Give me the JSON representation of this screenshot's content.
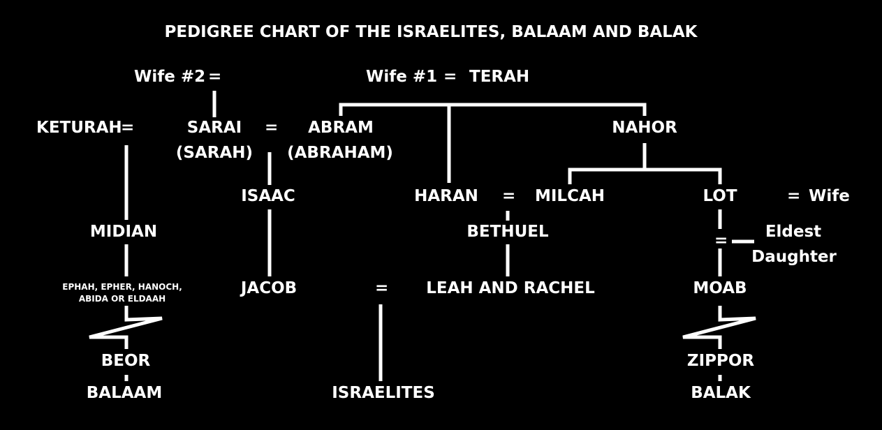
{
  "title": "PEDIGREE CHART OF THE ISRAELITES, BALAAM AND BALAK",
  "colors": {
    "background": "#000000",
    "foreground": "#ffffff"
  },
  "people": {
    "wife2": "Wife #2",
    "wife1": "Wife #1",
    "terah": "TERAH",
    "keturah": "KETURAH",
    "sarai": "SARAI",
    "sarah": "(SARAH)",
    "abram": "ABRAM",
    "abraham": "(ABRAHAM)",
    "nahor": "NAHOR",
    "isaac": "ISAAC",
    "haran": "HARAN",
    "milcah": "MILCAH",
    "lot": "LOT",
    "lot_wife": "Wife",
    "midian": "MIDIAN",
    "bethuel": "BETHUEL",
    "eldest": "Eldest",
    "daughter": "Daughter",
    "midian_sons_1": "EPHAH, EPHER, HANOCH,",
    "midian_sons_2": "ABIDA OR ELDAAH",
    "jacob": "JACOB",
    "leah_rachel": "LEAH AND RACHEL",
    "moab": "MOAB",
    "beor": "BEOR",
    "zippor": "ZIPPOR",
    "balaam": "BALAAM",
    "israelites": "ISRAELITES",
    "balak": "BALAK"
  },
  "marriage_symbol": "="
}
